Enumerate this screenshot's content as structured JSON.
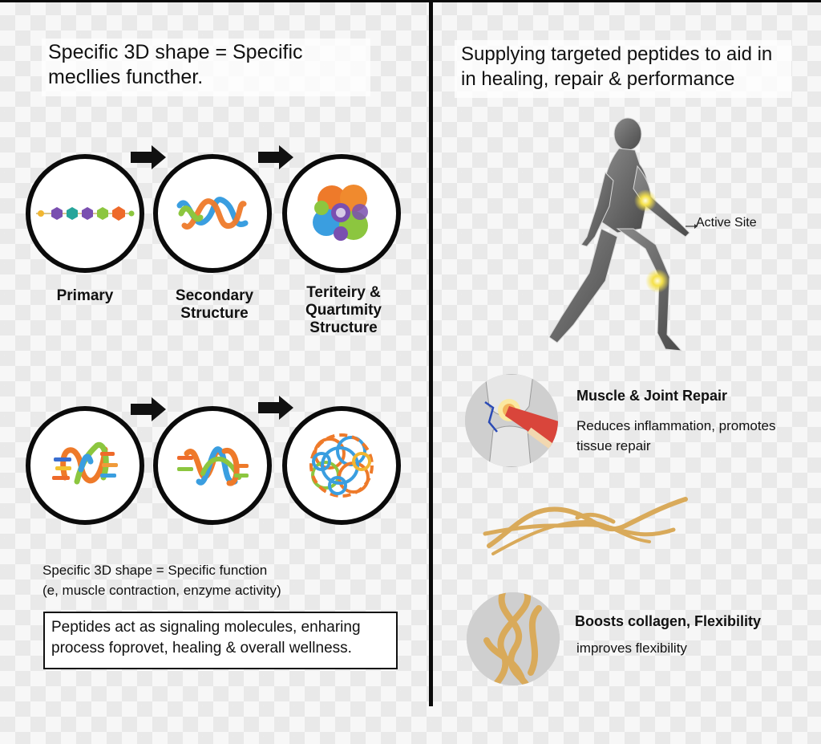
{
  "left_panel": {
    "heading": "Specific 3D shape = Specific mecllies functher.",
    "row1": {
      "stages": [
        {
          "label": "Primary",
          "icon": "amino-acid-chain-icon"
        },
        {
          "label": "Secondary Structure",
          "icon": "alpha-helix-ribbon-icon"
        },
        {
          "label": "Teriteiry & Quartımity Structure",
          "icon": "folded-protein-globule-icon"
        }
      ],
      "arrows": [
        "arrow-right-icon",
        "arrow-right-icon"
      ]
    },
    "row2": {
      "stages": [
        {
          "icon": "helix-ribbon-with-sidechains-icon"
        },
        {
          "icon": "double-helix-ribbon-icon"
        },
        {
          "icon": "protein-mesh-globule-icon"
        }
      ],
      "arrows": [
        "arrow-right-icon",
        "arrow-right-icon"
      ]
    },
    "caption_line1": "Specific 3D shape = Specific function",
    "caption_line2": "(e, muscle contraction, enzyme activity)",
    "note": "Peptides act as signaling molecules, enharing process foprovet, healing & overall wellness."
  },
  "right_panel": {
    "heading": "Supplying targeted peptides to aid in in healing, repair & performance",
    "figure": {
      "icon": "human-anatomy-walking-icon",
      "callout": "Active Site",
      "highlight_color": "#f5e14a"
    },
    "features": [
      {
        "icon": "knee-joint-muscle-icon",
        "title": "Muscle & Joint Repair",
        "description": "Reduces inflammation, promotes tissue repair"
      },
      {
        "icon": "collagen-fiber-icon",
        "title": "Boosts collagen, Flexibility",
        "description": "improves flexibility"
      }
    ],
    "strand_icon": "collagen-strand-icon"
  },
  "colors": {
    "line": "#0a0a0a",
    "orange": "#ee7a2a",
    "blue": "#3a9ee0",
    "green": "#8cc63f",
    "purple": "#7a4fb0",
    "collagen": "#d9aa5a",
    "muscle": "#d9453b"
  }
}
